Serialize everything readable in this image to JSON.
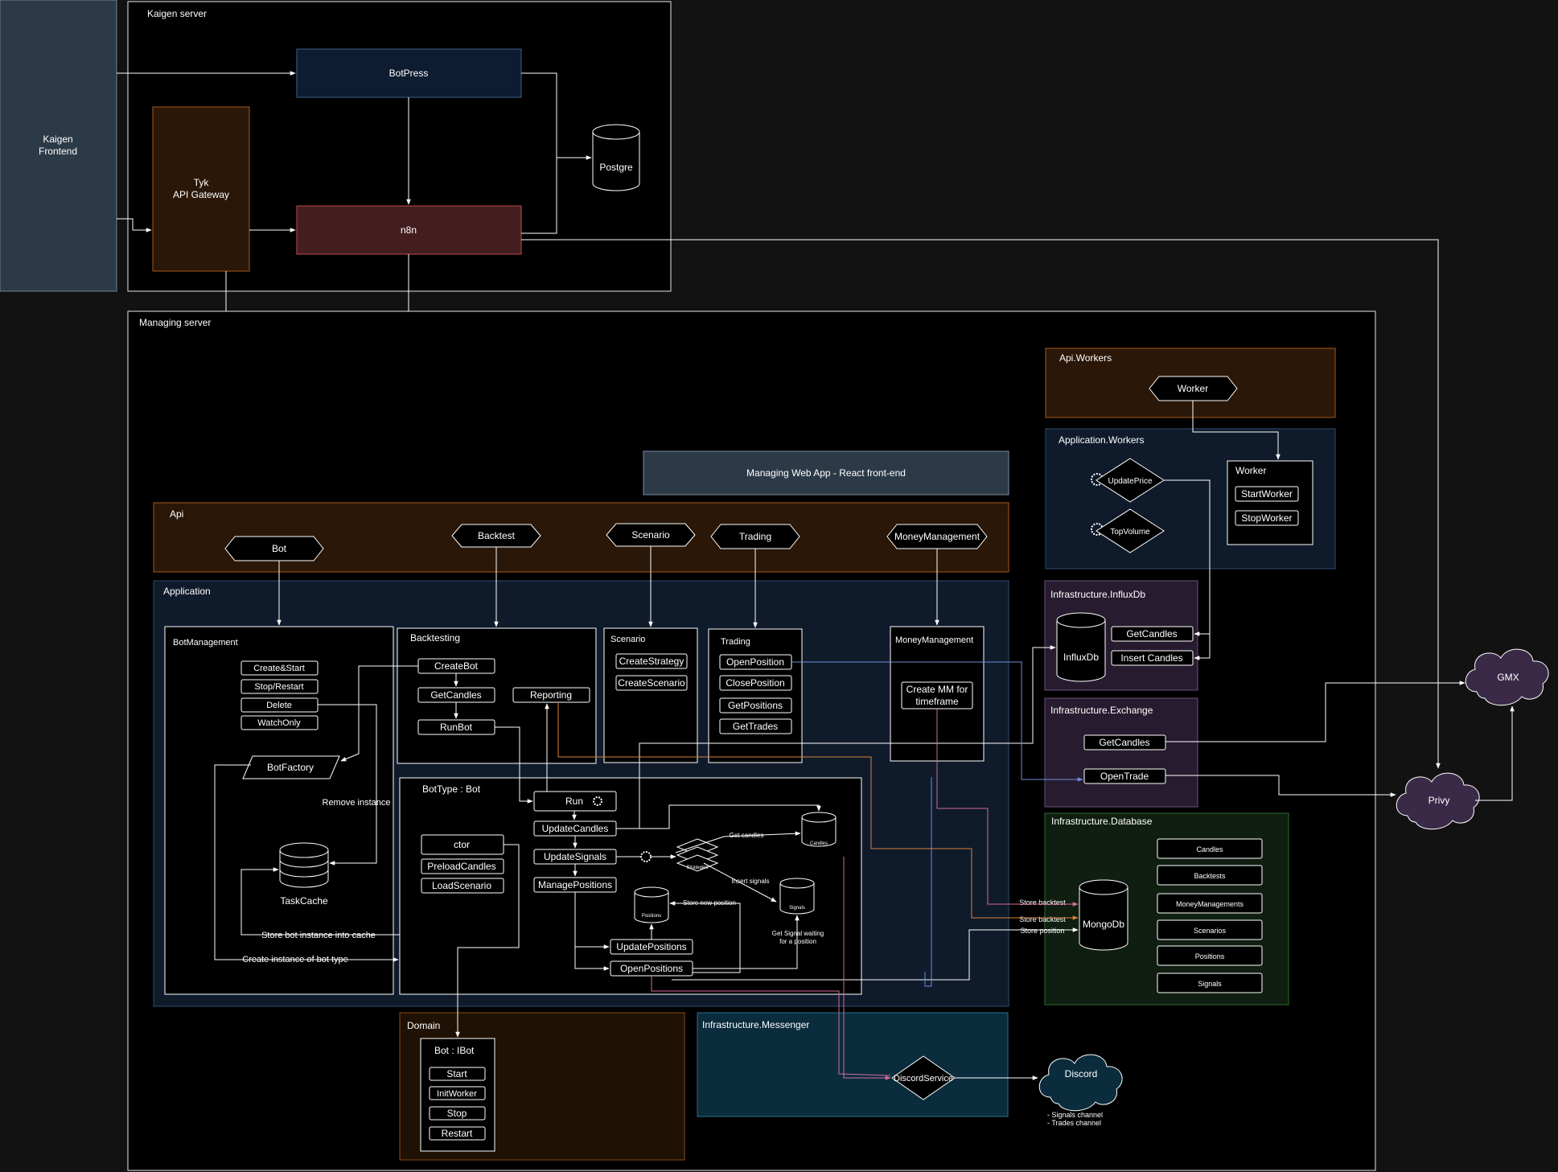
{
  "kaigen_server": {
    "title": "Kaigen server",
    "frontend": [
      "Kaigen",
      "Frontend"
    ],
    "gateway": [
      "Tyk",
      "API Gateway"
    ],
    "botpress": "BotPress",
    "n8n": "n8n",
    "postgre": "Postgre"
  },
  "managing_server": {
    "title": "Managing server",
    "web_app": "Managing Web App - React front-end",
    "api": {
      "title": "Api",
      "endpoints": [
        "Bot",
        "Backtest",
        "Scenario",
        "Trading",
        "MoneyManagement"
      ]
    },
    "application": {
      "title": "Application",
      "bot_management": {
        "title": "BotManagement",
        "actions": [
          "Create&Start",
          "Stop/Restart",
          "Delete",
          "WatchOnly"
        ],
        "factory": "BotFactory",
        "remove_instance": "Remove instance",
        "cache": "TaskCache",
        "store_cache": "Store bot instance into cache",
        "create_instance": "Create instance of bot type"
      },
      "backtesting": {
        "title": "Backtesting",
        "create_bot": "CreateBot",
        "get_candles": "GetCandles",
        "run_bot": "RunBot",
        "reporting": "Reporting"
      },
      "scenario": {
        "title": "Scenario",
        "actions": [
          "CreateStrategy",
          "CreateScenario"
        ]
      },
      "trading": {
        "title": "Trading",
        "actions": [
          "OpenPosition",
          "ClosePosition",
          "GetPositions",
          "GetTrades"
        ]
      },
      "money_management": {
        "title": "MoneyManagement",
        "create_mm": [
          "Create MM for",
          "timeframe"
        ]
      },
      "bot_type": {
        "title": "BotType : Bot",
        "run": "Run",
        "update_candles": "UpdateCandles",
        "update_signals": "UpdateSignals",
        "manage_positions": "ManagePositions",
        "ctor": "ctor",
        "preload": "PreloadCandles",
        "load_scenario": "LoadScenario",
        "candles_db": "Candles",
        "strategies": "Strategies",
        "positions_db": "Positions",
        "signals_db": "Signals",
        "get_candles_label": "Get candles",
        "insert_signals_label": "Insert signals",
        "store_position_label": "Store new position",
        "signal_waiting": [
          "Get Signal waiting",
          "for a position"
        ],
        "update_positions": "UpdatePositions",
        "open_positions": "OpenPositions"
      }
    },
    "domain": {
      "title": "Domain",
      "bot": "Bot : IBot",
      "methods": [
        "Start",
        "InitWorker",
        "Stop",
        "Restart"
      ]
    },
    "messenger": {
      "title": "Infrastructure.Messenger",
      "service": "DiscordService"
    },
    "api_workers": {
      "title": "Api.Workers",
      "worker": "Worker"
    },
    "application_workers": {
      "title": "Application.Workers",
      "update_price": "UpdatePrice",
      "top_volume": "TopVolume",
      "worker_title": "Worker",
      "start": "StartWorker",
      "stop": "StopWorker"
    },
    "influx": {
      "title": "Infrastructure.InfluxDb",
      "db": "InfluxDb",
      "get_candles": "GetCandles",
      "insert_candles": "Insert Candles"
    },
    "exchange": {
      "title": "Infrastructure.Exchange",
      "get_candles": "GetCandles",
      "open_trade": "OpenTrade"
    },
    "database": {
      "title": "Infrastructure.Database",
      "db": "MongoDb",
      "collections": [
        "Candles",
        "Backtests",
        "MoneyManagements",
        "Scenarios",
        "Positions",
        "Signals"
      ],
      "store_backtest": "Store backtest",
      "store_position": "Store position"
    }
  },
  "external": {
    "gmx": "GMX",
    "privy": "Privy",
    "discord": "Discord",
    "discord_notes": [
      "- Signals channel",
      "- Trades channel"
    ]
  },
  "colors": {
    "background": "#121212",
    "server": "#000000",
    "api": "#2a1708",
    "application": "#0f1b2b",
    "influx_panel": "#271c2f",
    "database_panel": "#0f1e10",
    "messenger_panel": "#0a2c3d",
    "domain_panel": "#1f1104",
    "n8n": "#441d1f",
    "botpress": "#0d1c30",
    "frontend": "#2c3a48",
    "cloud": "#3a2a48"
  }
}
